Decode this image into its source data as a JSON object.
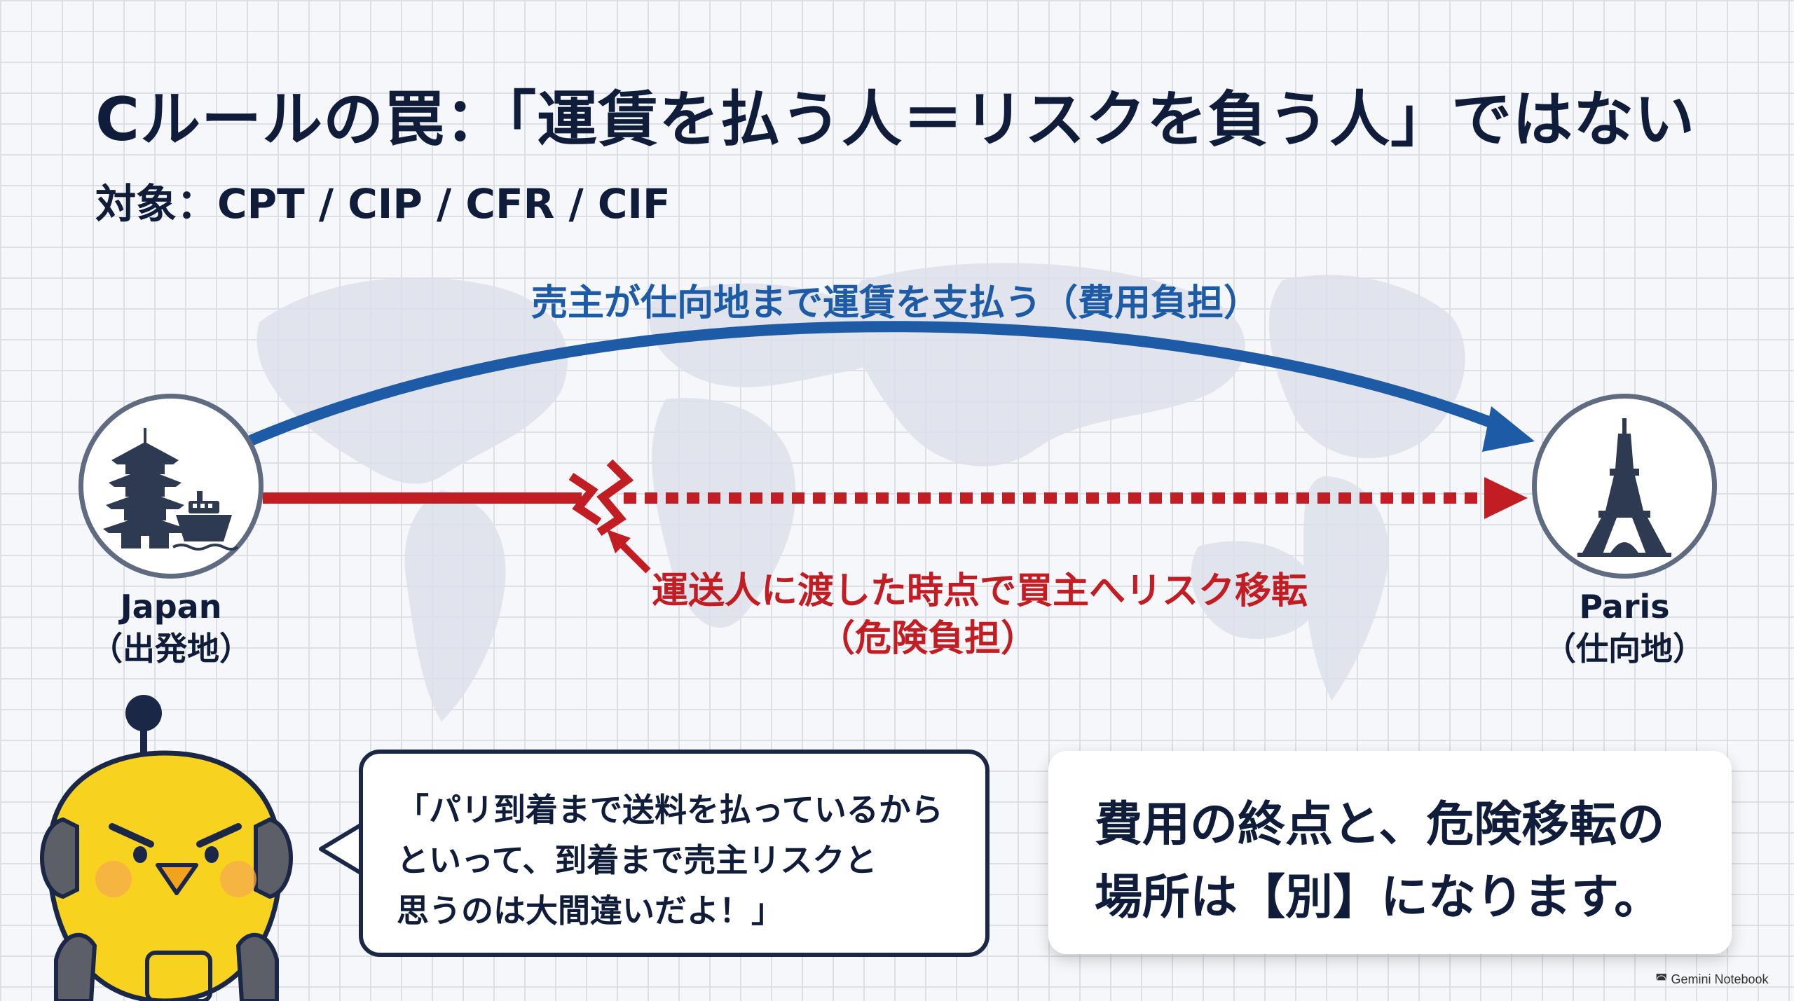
{
  "title": "Cルールの罠：「運賃を払う人＝リスクを負う人」ではない",
  "subtitle": "対象：CPT / CIP / CFR / CIF",
  "cost_arrow_label": "売主が仕向地まで運賃を支払う（費用負担）",
  "risk_label_line1": "運送人に渡した時点で買主へリスク移転",
  "risk_label_line2": "（危険負担）",
  "origin": {
    "name": "Japan",
    "sub": "（出発地）",
    "icon": "pagoda-and-ship-icon"
  },
  "destination": {
    "name": "Paris",
    "sub": "（仕向地）",
    "icon": "eiffel-tower-icon"
  },
  "speech_bubble": {
    "line1": "「パリ到着まで送料を払っているから",
    "line2": "といって、到着まで売主リスクと",
    "line3": "思うのは大間違いだよ！」"
  },
  "summary": {
    "line1": "費用の終点と、危険移転の",
    "line2": "場所は【別】になります。"
  },
  "watermark": "Gemini Notebook",
  "colors": {
    "cost_arrow": "#1d5ba6",
    "risk_arrow": "#c31d24",
    "text": "#0f1c3a",
    "mascot_body": "#f7d31f"
  }
}
